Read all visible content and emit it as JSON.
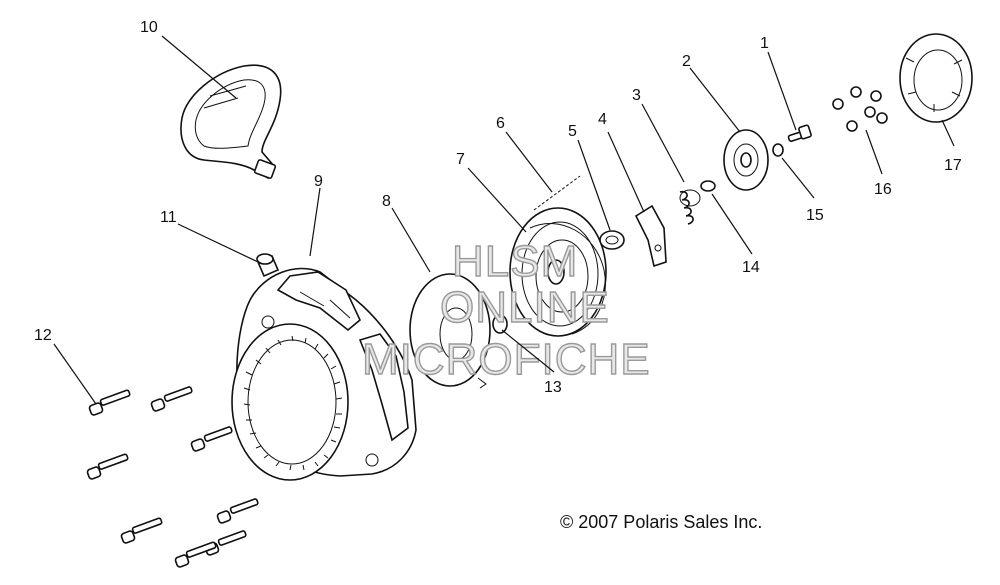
{
  "callouts": [
    {
      "id": "1",
      "label": "1"
    },
    {
      "id": "2",
      "label": "2"
    },
    {
      "id": "3",
      "label": "3"
    },
    {
      "id": "4",
      "label": "4"
    },
    {
      "id": "5",
      "label": "5"
    },
    {
      "id": "6",
      "label": "6"
    },
    {
      "id": "7",
      "label": "7"
    },
    {
      "id": "8",
      "label": "8"
    },
    {
      "id": "9",
      "label": "9"
    },
    {
      "id": "10",
      "label": "10"
    },
    {
      "id": "11",
      "label": "11"
    },
    {
      "id": "12",
      "label": "12"
    },
    {
      "id": "13",
      "label": "13"
    },
    {
      "id": "14",
      "label": "14"
    },
    {
      "id": "15",
      "label": "15"
    },
    {
      "id": "16",
      "label": "16"
    },
    {
      "id": "17",
      "label": "17"
    }
  ],
  "watermark": {
    "line1": "HLSM",
    "line2": "ONLINE",
    "line3": "MICROFICHE"
  },
  "copyright": "© 2007 Polaris Sales Inc."
}
